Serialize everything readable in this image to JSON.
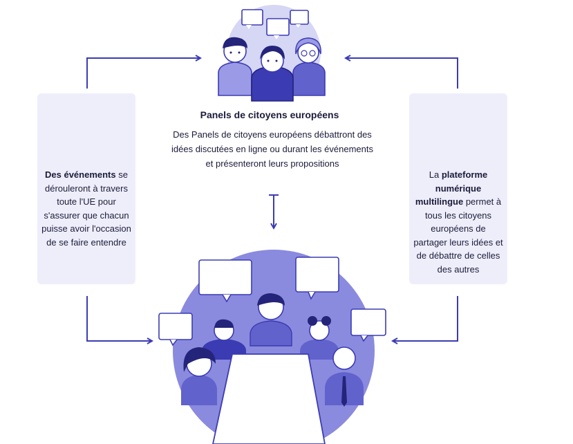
{
  "center": {
    "title": "Panels de citoyens européens",
    "description": "Des Panels de citoyens européens débattront des idées discutées en ligne ou durant les événements et présenteront leurs propositions"
  },
  "left": {
    "bold": "Des événements",
    "rest": "se dérouleront à travers toute l'UE pour s'assurer que chacun puisse avoir l'occasion de se faire entendre"
  },
  "right": {
    "lead": "La",
    "bold": "plateforme numérique multilingue",
    "rest": "permet à tous les citoyens européens de partager leurs idées et de débattre de celles des autres"
  },
  "colors": {
    "accent": "#3b3bb3",
    "light": "#9a9ae6",
    "mid": "#6262cc",
    "box": "#eeeefb"
  },
  "icons": [
    "europe-map-icon",
    "laptop-chat-icon",
    "citizens-group-icon",
    "meeting-table-icon"
  ]
}
